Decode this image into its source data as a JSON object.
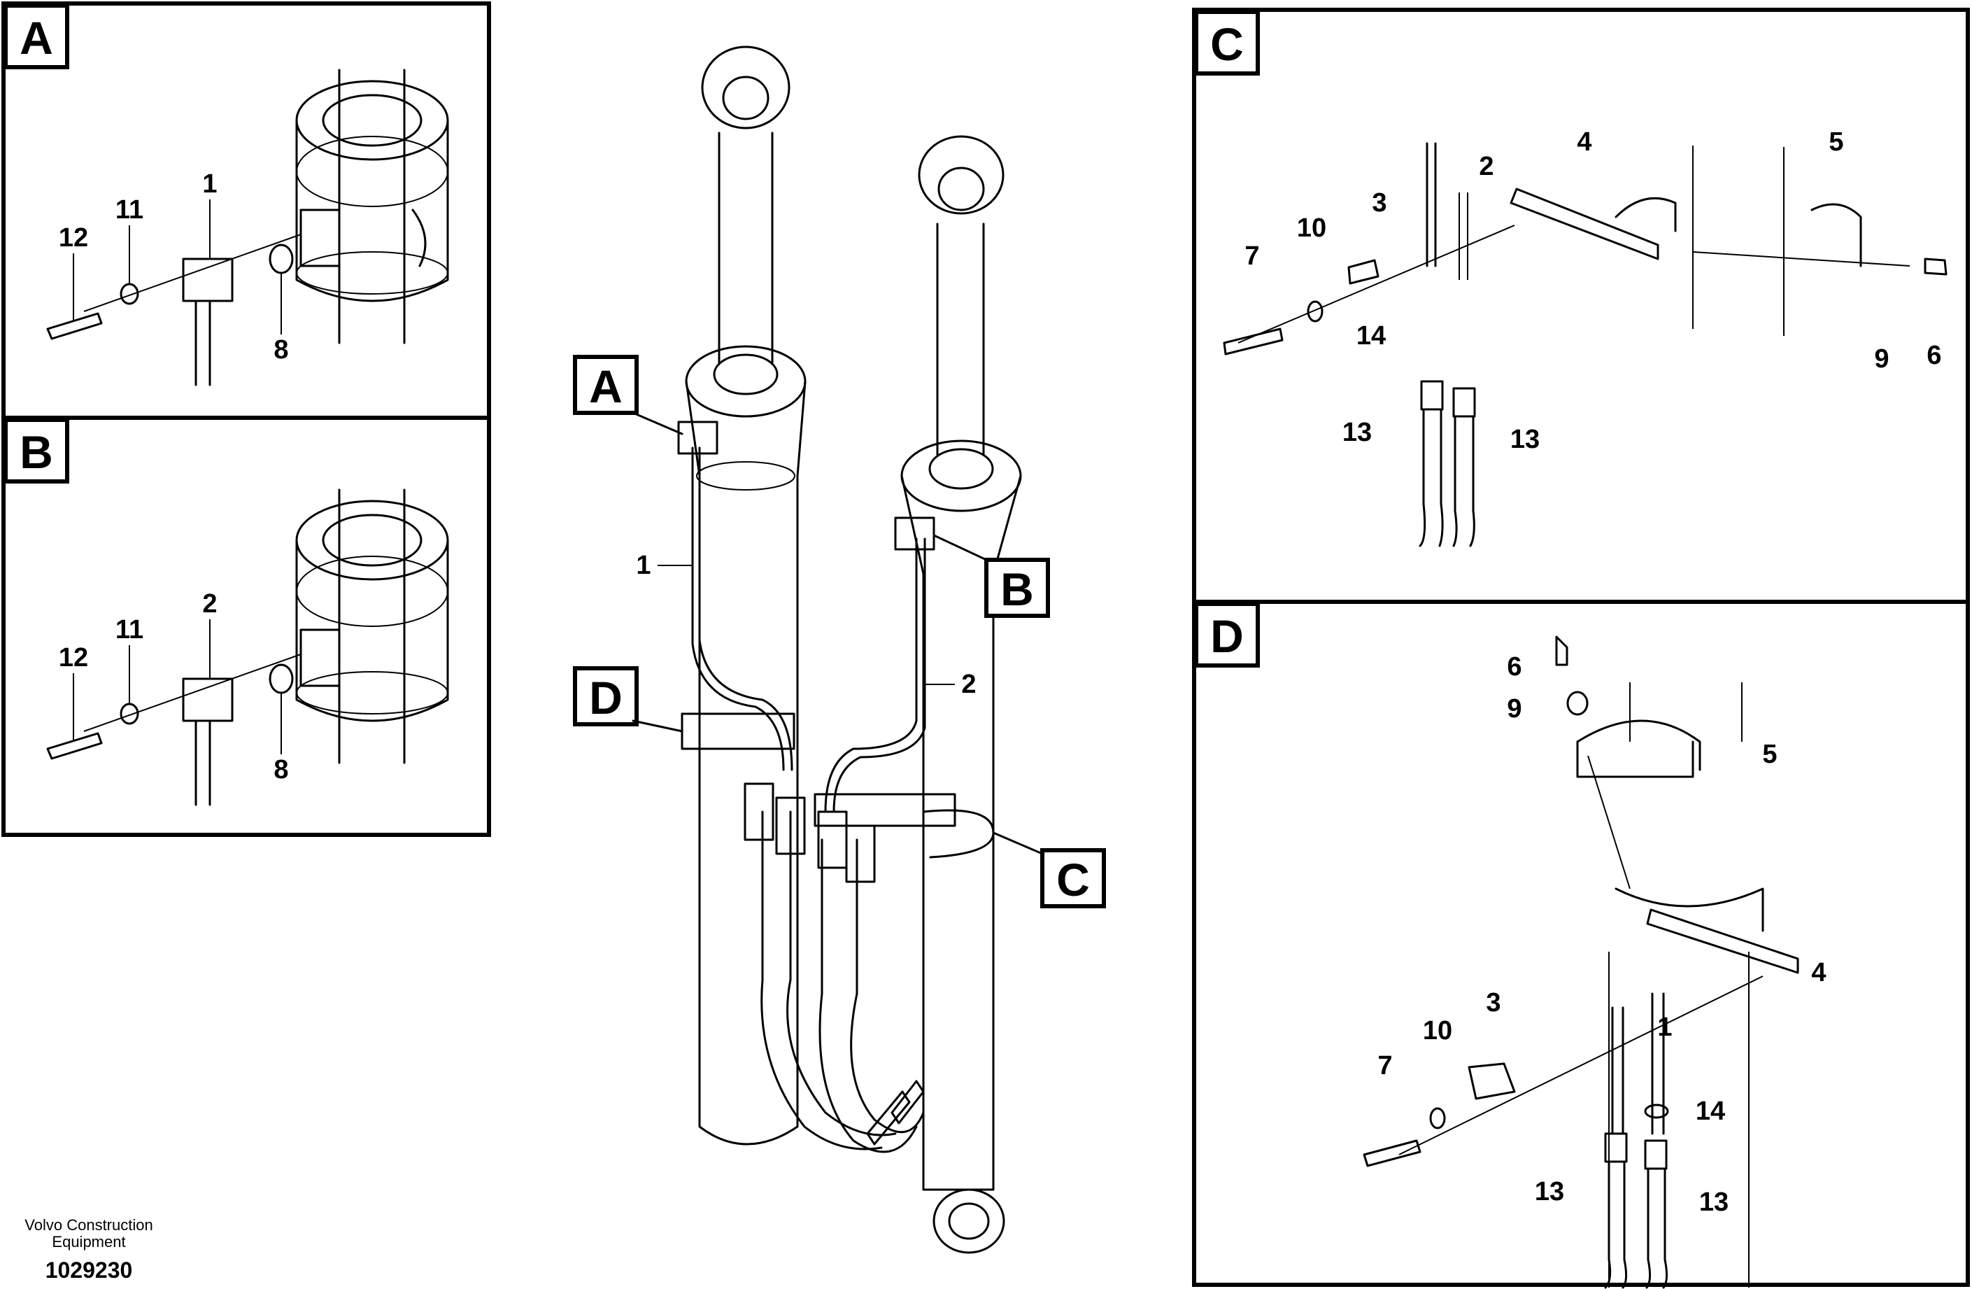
{
  "callouts": {
    "a": "A",
    "b": "B",
    "c": "C",
    "d": "D"
  },
  "parts": {
    "p1": "1",
    "p2": "2",
    "p3": "3",
    "p4": "4",
    "p5": "5",
    "p6": "6",
    "p7": "7",
    "p8": "8",
    "p9": "9",
    "p10": "10",
    "p11": "11",
    "p12": "12",
    "p13": "13",
    "p14": "14"
  },
  "footer": {
    "company_line1": "Volvo Construction",
    "company_line2": "Equipment",
    "drawing_number": "1029230"
  }
}
